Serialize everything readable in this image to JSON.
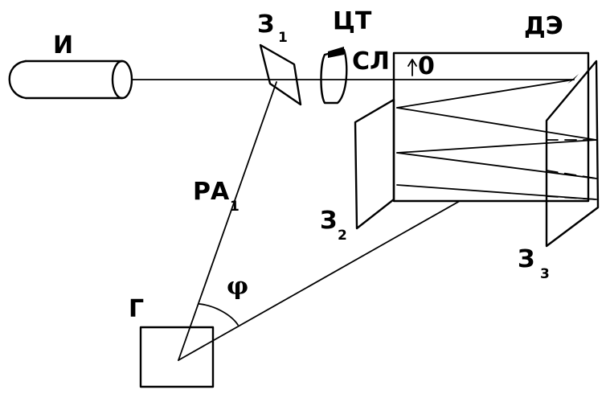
{
  "labels": {
    "source": "И",
    "mirror1": "З",
    "mirror1_sub": "1",
    "cylinder_lens": "ЦТ",
    "collimator": "СЛ",
    "zero": "0",
    "element": "ДЭ",
    "mirror2": "З",
    "mirror2_sub": "2",
    "mirror3": "З",
    "mirror3_sub": "3",
    "ray": "РА",
    "ray_sub": "1",
    "angle": "φ",
    "generator": "Г"
  }
}
